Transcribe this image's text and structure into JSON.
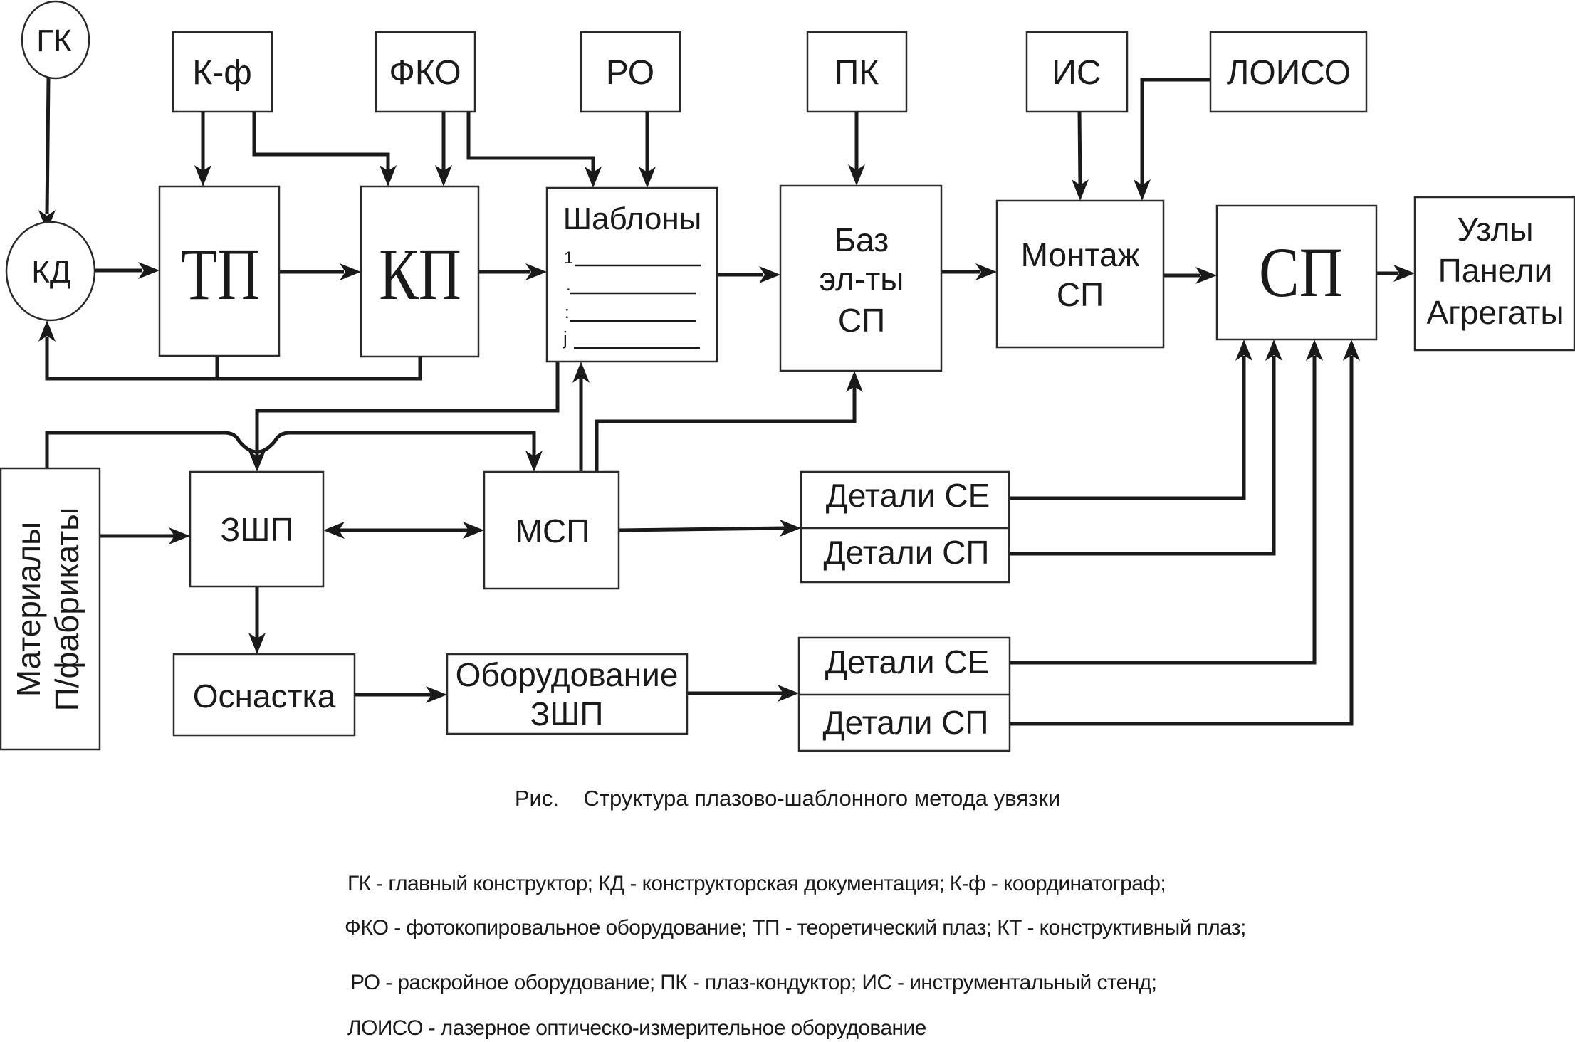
{
  "diagram": {
    "nodes": {
      "gk": "ГК",
      "kd": "КД",
      "kf": "К-ф",
      "fko": "ФКО",
      "ro": "РО",
      "pk": "ПК",
      "is": "ИС",
      "loiso": "ЛОИСО",
      "tp": "ТП",
      "kp": "КП",
      "templates": {
        "title": "Шаблоны",
        "rows": [
          "1",
          ".",
          ":",
          "j"
        ]
      },
      "base_elements": [
        "Баз",
        "эл-ты",
        "СП"
      ],
      "assembly": [
        "Монтаж",
        "СП"
      ],
      "sp": "СП",
      "outputs": [
        "Узлы",
        "Панели",
        "Агрегаты"
      ],
      "materials": [
        "Материалы",
        "П/фабрикаты"
      ],
      "zshp": "ЗШП",
      "msp": "МСП",
      "parts_top": [
        "Детали СЕ",
        "Детали СП"
      ],
      "tooling": "Оснастка",
      "equipment": [
        "Оборудование",
        "ЗШП"
      ],
      "parts_bottom": [
        "Детали СЕ",
        "Детали СП"
      ]
    }
  },
  "caption": {
    "prefix": "Рис.",
    "title": "Структура плазово-шаблонного метода увязки"
  },
  "legend": [
    "ГК - главный конструктор; КД - конструкторская документация; К-ф - координатограф;",
    "ФКО - фотокопировальное оборудование; ТП - теоретический плаз; КТ - конструктивный плаз;",
    "РО - раскройное оборудование; ПК - плаз-кондуктор; ИС - инструментальный стенд;",
    "ЛОИСО - лазерное оптическо-измерительное оборудование"
  ]
}
